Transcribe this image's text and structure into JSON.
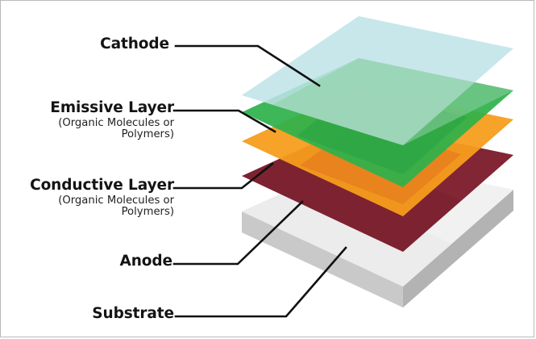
{
  "figure": {
    "title": "OLED cross-section exploded layer diagram",
    "background_color": "#ffffff",
    "border_color": "#b9b9bb",
    "leader_line_color": "#111111"
  },
  "labels": {
    "cathode": {
      "title": "Cathode",
      "subtitle_line1": "",
      "subtitle_line2": ""
    },
    "emissive": {
      "title": "Emissive Layer",
      "subtitle_line1": "(Organic Molecules or",
      "subtitle_line2": "Polymers)"
    },
    "conductive": {
      "title": "Conductive Layer",
      "subtitle_line1": "(Organic Molecules or",
      "subtitle_line2": "Polymers)"
    },
    "anode": {
      "title": "Anode",
      "subtitle_line1": "",
      "subtitle_line2": ""
    },
    "substrate": {
      "title": "Substrate",
      "subtitle_line1": "",
      "subtitle_line2": ""
    }
  },
  "layers": [
    {
      "name": "cathode",
      "label": "Cathode",
      "order": 1,
      "color": "#bfe3e8",
      "opacity": 0.88,
      "kind": "sheet"
    },
    {
      "name": "emissive-layer",
      "label": "Emissive Layer",
      "order": 2,
      "color": "#2eb24b",
      "opacity": 0.9,
      "kind": "sheet"
    },
    {
      "name": "conductive-layer",
      "label": "Conductive Layer",
      "order": 3,
      "color": "#f79d1c",
      "opacity": 0.95,
      "kind": "sheet"
    },
    {
      "name": "anode",
      "label": "Anode",
      "order": 4,
      "color": "#7d2230",
      "opacity": 1.0,
      "kind": "sheet"
    },
    {
      "name": "substrate",
      "label": "Substrate",
      "order": 5,
      "color": "#ececec",
      "side_color_left": "#c9c9c9",
      "side_color_right": "#b6b6b6",
      "opacity": 1.0,
      "kind": "slab"
    }
  ]
}
